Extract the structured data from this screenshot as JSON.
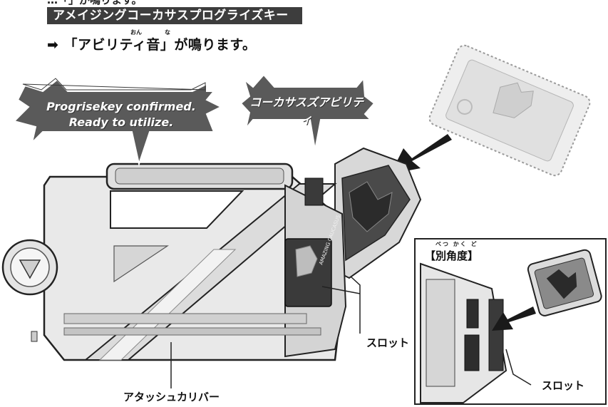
{
  "header": {
    "partial_text": "…「」が鳴ります。",
    "section_title": "アメイジングコーカサスプログライズキー",
    "arrow": "➡",
    "sound_text": "「アビリティ音」が鳴ります。",
    "ruby_on": "おん",
    "ruby_na": "な"
  },
  "bubbles": {
    "voice_line1": "Progrisekey confirmed.",
    "voice_line2": "Ready to utilize.",
    "ability": "コーカサスズアビリティ"
  },
  "labels": {
    "slot_main": "スロット",
    "slot_inset": "スロット",
    "device_name": "アタッシュカリバー"
  },
  "inset": {
    "title": "【別角度】",
    "ruby": "べつ かく ど"
  },
  "key_print": {
    "side_text": "AMAZING CAUCASUS"
  },
  "colors": {
    "bubble_fill": "#5a5a5a",
    "bubble_stroke": "#ffffff",
    "title_bg": "#3d3d3d",
    "device_light": "#e9e9e9",
    "device_mid": "#cfcfcf",
    "device_dark": "#9a9a9a",
    "line": "#222222"
  }
}
